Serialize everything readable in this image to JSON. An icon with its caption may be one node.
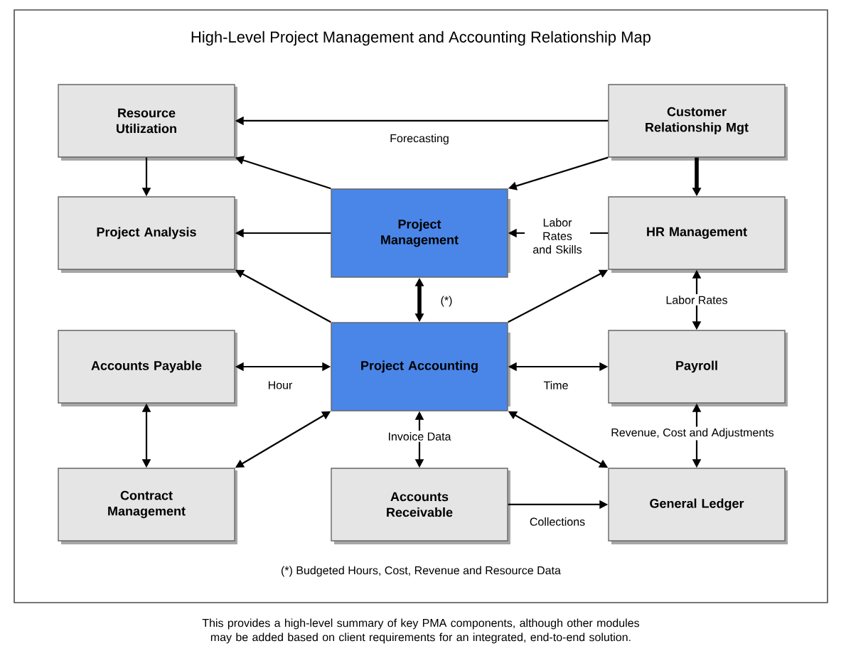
{
  "diagram": {
    "title": "High-Level Project Management and Accounting Relationship Map",
    "caption": "This provides a high-level summary of key PMA components, although other modules may be added based on client requirements for an integrated, end-to-end solution.",
    "nodes": [
      {
        "text": [
          "Resource Utilization"
        ]
      },
      {
        "text": [
          "Customer Relationship Mgt"
        ]
      },
      {
        "text": [
          "Project Analysis"
        ]
      },
      {
        "text": [
          "Project Management"
        ]
      },
      {
        "text": [
          "HR Management"
        ]
      },
      {
        "text": [
          "Accounts Payable"
        ]
      },
      {
        "text": [
          "Project Accounting"
        ]
      },
      {
        "text": [
          "Payroll"
        ]
      },
      {
        "text": [
          "Contract Management"
        ]
      },
      {
        "text": [
          "Accounts Receivable"
        ]
      },
      {
        "text": [
          "General Ledger"
        ]
      }
    ],
    "edges": [
      {
        "from": 1,
        "to": 0,
        "arrow": "to",
        "label": "Forecasting"
      },
      {
        "from": 0,
        "to": 2,
        "arrow": "to"
      },
      {
        "from": 3,
        "to": 0,
        "arrow": "to"
      },
      {
        "from": 1,
        "to": 3,
        "arrow": "to"
      },
      {
        "from": 1,
        "to": 4,
        "arrow": "to",
        "style": "thick"
      },
      {
        "from": 3,
        "to": 2,
        "arrow": "to"
      },
      {
        "from": 4,
        "to": 3,
        "arrow": "to",
        "label": "Labor Rates and Skills"
      },
      {
        "from": 6,
        "to": 2,
        "arrow": "to"
      },
      {
        "from": 6,
        "to": 4,
        "arrow": "to"
      },
      {
        "from": 3,
        "to": 6,
        "arrow": "both",
        "label": "(*)",
        "style": "thick"
      },
      {
        "from": 4,
        "to": 7,
        "arrow": "both",
        "label": "Labor Rates"
      },
      {
        "from": 5,
        "to": 6,
        "arrow": "both",
        "label": "Hour"
      },
      {
        "from": 6,
        "to": 7,
        "arrow": "both",
        "label": "Time"
      },
      {
        "from": 5,
        "to": 8,
        "arrow": "both"
      },
      {
        "from": 6,
        "to": 8,
        "arrow": "both"
      },
      {
        "from": 6,
        "to": 9,
        "arrow": "both",
        "label": "Invoice Data"
      },
      {
        "from": 6,
        "to": 10,
        "arrow": "both"
      },
      {
        "from": 7,
        "to": 10,
        "arrow": "both",
        "label": "Revenue, Cost and Adjustments"
      },
      {
        "from": 9,
        "to": 10,
        "arrow": "to",
        "label": "Collections"
      }
    ],
    "labels": [
      "(*) Budgeted Hours, Cost, Revenue and Resource Data"
    ]
  }
}
